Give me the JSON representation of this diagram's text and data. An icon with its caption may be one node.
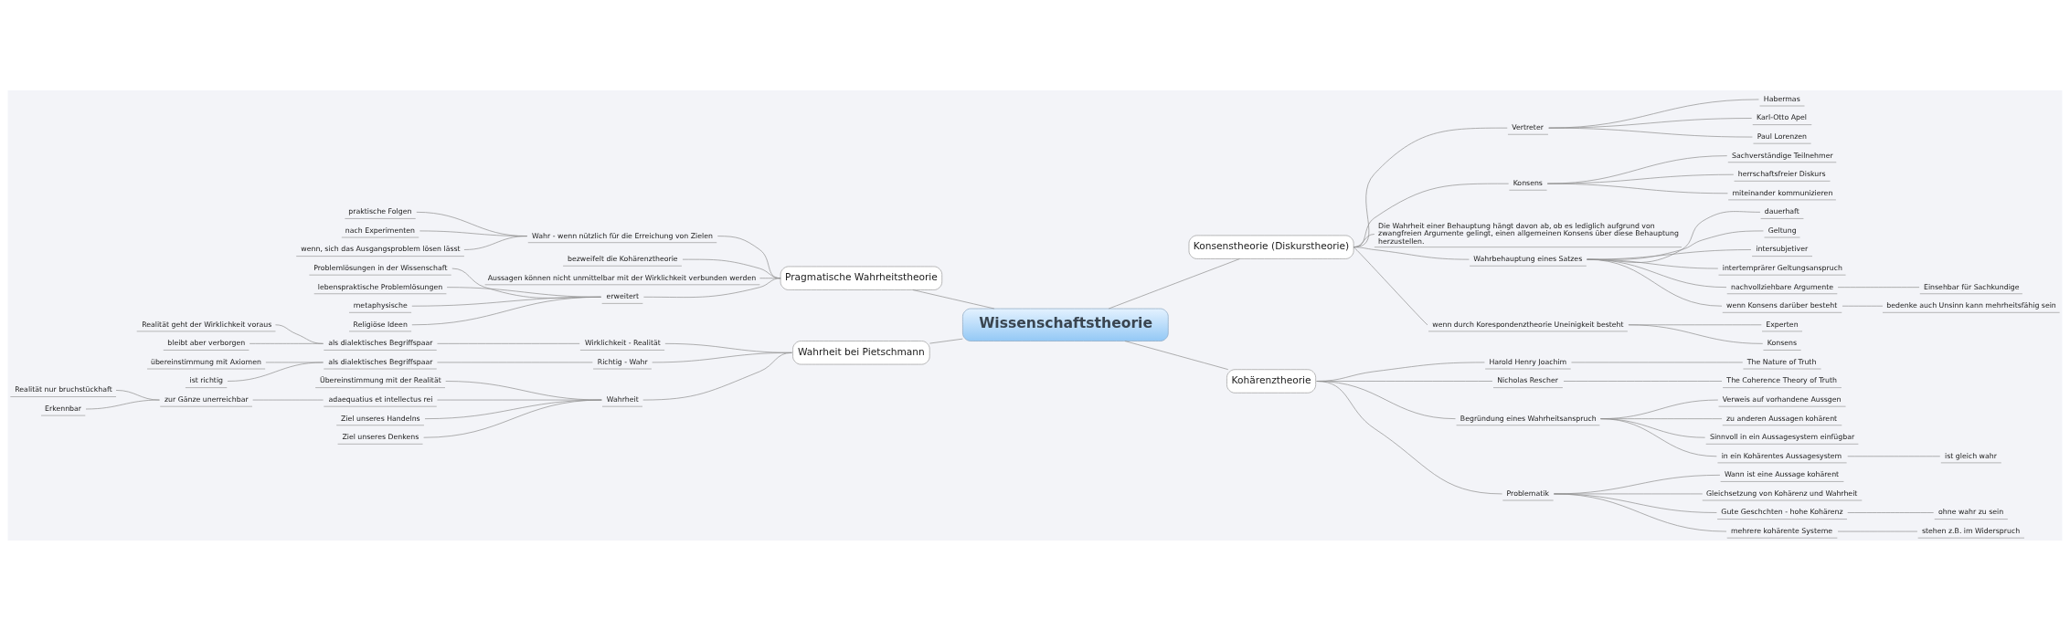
{
  "diagram": {
    "nodes": [
      {
        "text": [
          "Wissenschaftstheorie"
        ]
      },
      {
        "text": [
          "Pragmatische Wahrheitstheorie"
        ]
      },
      {
        "text": [
          "Wahr - wenn nützlich für die Erreichung von Zielen"
        ]
      },
      {
        "text": [
          "praktische Folgen"
        ]
      },
      {
        "text": [
          "nach Experimenten"
        ]
      },
      {
        "text": [
          "wenn, sich das Ausgangsproblem lösen lässt"
        ]
      },
      {
        "text": [
          "bezweifelt die Kohärenztheorie"
        ]
      },
      {
        "text": [
          "Aussagen können nicht unmittelbar mit der Wirklichkeit verbunden werden"
        ]
      },
      {
        "text": [
          "erweitert"
        ]
      },
      {
        "text": [
          "Problemlösungen in der Wissenschaft"
        ]
      },
      {
        "text": [
          "lebenspraktische Problemlösungen"
        ]
      },
      {
        "text": [
          "metaphysische"
        ]
      },
      {
        "text": [
          "Religiöse Ideen"
        ]
      },
      {
        "text": [
          "Wahrheit bei Pietschmann"
        ]
      },
      {
        "text": [
          "Wirklichkeit - Realität"
        ]
      },
      {
        "text": [
          "als dialektisches Begriffspaar"
        ]
      },
      {
        "text": [
          "Realität geht der Wirklichkeit voraus"
        ]
      },
      {
        "text": [
          "bleibt aber verborgen"
        ]
      },
      {
        "text": [
          "Richtig - Wahr"
        ]
      },
      {
        "text": [
          "als dialektisches Begriffspaar"
        ]
      },
      {
        "text": [
          "übereinstimmung mit Axiomen"
        ]
      },
      {
        "text": [
          "ist richtig"
        ]
      },
      {
        "text": [
          "Wahrheit"
        ]
      },
      {
        "text": [
          "Übereinstimmung mit der Realität"
        ]
      },
      {
        "text": [
          "adaequatius et intellectus rei"
        ]
      },
      {
        "text": [
          "zur Gänze unerreichbar"
        ]
      },
      {
        "text": [
          "Realität nur bruchstückhaft"
        ]
      },
      {
        "text": [
          "Erkennbar"
        ]
      },
      {
        "text": [
          "Ziel unseres Handelns"
        ]
      },
      {
        "text": [
          "Ziel unseres Denkens"
        ]
      },
      {
        "text": [
          "Konsenstheorie (Diskurstheorie)"
        ]
      },
      {
        "text": [
          "Vertreter"
        ]
      },
      {
        "text": [
          "Habermas"
        ]
      },
      {
        "text": [
          "Karl-Otto Apel"
        ]
      },
      {
        "text": [
          "Paul Lorenzen"
        ]
      },
      {
        "text": [
          "Konsens"
        ]
      },
      {
        "text": [
          "Sachverständige Teilnehmer"
        ]
      },
      {
        "text": [
          "herrschaftsfreier Diskurs"
        ]
      },
      {
        "text": [
          "miteinander kommunizieren"
        ]
      },
      {
        "text": [
          "Die Wahrheit einer Behauptung hängt davon ab, ob es lediglich aufgrund von zwangfreien Argumente gelingt, einen allgemeinen Konsens über diese Behauptung herzustellen."
        ]
      },
      {
        "text": [
          "Wahrbehauptung eines Satzes"
        ]
      },
      {
        "text": [
          "dauerhaft"
        ]
      },
      {
        "text": [
          "Geltung"
        ]
      },
      {
        "text": [
          "intersubjetiver"
        ]
      },
      {
        "text": [
          "intertemprärer Geltungsanspruch"
        ]
      },
      {
        "text": [
          "nachvollziehbare Argumente"
        ]
      },
      {
        "text": [
          "Einsehbar für Sachkundige"
        ]
      },
      {
        "text": [
          "wenn Konsens darüber besteht"
        ]
      },
      {
        "text": [
          "bedenke auch Unsinn kann mehrheitsfähig sein"
        ]
      },
      {
        "text": [
          "wenn durch Korespondenztheorie Uneinigkeit besteht"
        ]
      },
      {
        "text": [
          "Experten"
        ]
      },
      {
        "text": [
          "Konsens"
        ]
      },
      {
        "text": [
          "Kohärenztheorie"
        ]
      },
      {
        "text": [
          "Harold Henry Joachim"
        ]
      },
      {
        "text": [
          "The Nature of Truth"
        ]
      },
      {
        "text": [
          "Nicholas Rescher"
        ]
      },
      {
        "text": [
          "The Coherence Theory of Truth"
        ]
      },
      {
        "text": [
          "Begründung eines Wahrheitsanspruch"
        ]
      },
      {
        "text": [
          "Verweis auf vorhandene Aussgen"
        ]
      },
      {
        "text": [
          "zu anderen Aussagen kohärent"
        ]
      },
      {
        "text": [
          "Sinnvoll in ein Aussagesystem einfügbar"
        ]
      },
      {
        "text": [
          "in ein Kohärentes Aussagesystem"
        ]
      },
      {
        "text": [
          "ist gleich wahr"
        ]
      },
      {
        "text": [
          "Problematik"
        ]
      },
      {
        "text": [
          "Wann ist eine Aussage kohärent"
        ]
      },
      {
        "text": [
          "Gleichsetzung von Kohärenz und Wahrheit"
        ]
      },
      {
        "text": [
          "Gute Geschchten - hohe Kohärenz"
        ]
      },
      {
        "text": [
          "ohne wahr zu sein"
        ]
      },
      {
        "text": [
          "mehrere kohärente Systeme"
        ]
      },
      {
        "text": [
          "stehen z.B. im Widerspruch"
        ]
      }
    ],
    "edges": [
      {
        "from": 0,
        "to": 1,
        "arrow": "none"
      },
      {
        "from": 1,
        "to": 2,
        "arrow": "none"
      },
      {
        "from": 2,
        "to": 3,
        "arrow": "none"
      },
      {
        "from": 2,
        "to": 4,
        "arrow": "none"
      },
      {
        "from": 2,
        "to": 5,
        "arrow": "none"
      },
      {
        "from": 1,
        "to": 6,
        "arrow": "none"
      },
      {
        "from": 1,
        "to": 7,
        "arrow": "none"
      },
      {
        "from": 1,
        "to": 8,
        "arrow": "none"
      },
      {
        "from": 8,
        "to": 9,
        "arrow": "none"
      },
      {
        "from": 8,
        "to": 10,
        "arrow": "none"
      },
      {
        "from": 8,
        "to": 11,
        "arrow": "none"
      },
      {
        "from": 8,
        "to": 12,
        "arrow": "none"
      },
      {
        "from": 0,
        "to": 13,
        "arrow": "none"
      },
      {
        "from": 13,
        "to": 14,
        "arrow": "none"
      },
      {
        "from": 14,
        "to": 15,
        "arrow": "none"
      },
      {
        "from": 15,
        "to": 16,
        "arrow": "none"
      },
      {
        "from": 15,
        "to": 17,
        "arrow": "none"
      },
      {
        "from": 13,
        "to": 18,
        "arrow": "none"
      },
      {
        "from": 18,
        "to": 19,
        "arrow": "none"
      },
      {
        "from": 19,
        "to": 20,
        "arrow": "none"
      },
      {
        "from": 19,
        "to": 21,
        "arrow": "none"
      },
      {
        "from": 13,
        "to": 22,
        "arrow": "none"
      },
      {
        "from": 22,
        "to": 23,
        "arrow": "none"
      },
      {
        "from": 22,
        "to": 24,
        "arrow": "none"
      },
      {
        "from": 24,
        "to": 25,
        "arrow": "none"
      },
      {
        "from": 25,
        "to": 26,
        "arrow": "none"
      },
      {
        "from": 25,
        "to": 27,
        "arrow": "none"
      },
      {
        "from": 22,
        "to": 28,
        "arrow": "none"
      },
      {
        "from": 22,
        "to": 29,
        "arrow": "none"
      },
      {
        "from": 0,
        "to": 30,
        "arrow": "none"
      },
      {
        "from": 30,
        "to": 31,
        "arrow": "none"
      },
      {
        "from": 31,
        "to": 32,
        "arrow": "none"
      },
      {
        "from": 31,
        "to": 33,
        "arrow": "none"
      },
      {
        "from": 31,
        "to": 34,
        "arrow": "none"
      },
      {
        "from": 30,
        "to": 35,
        "arrow": "none"
      },
      {
        "from": 35,
        "to": 36,
        "arrow": "none"
      },
      {
        "from": 35,
        "to": 37,
        "arrow": "none"
      },
      {
        "from": 35,
        "to": 38,
        "arrow": "none"
      },
      {
        "from": 30,
        "to": 39,
        "arrow": "none"
      },
      {
        "from": 30,
        "to": 40,
        "arrow": "none"
      },
      {
        "from": 40,
        "to": 41,
        "arrow": "none"
      },
      {
        "from": 40,
        "to": 42,
        "arrow": "none"
      },
      {
        "from": 40,
        "to": 43,
        "arrow": "none"
      },
      {
        "from": 40,
        "to": 44,
        "arrow": "none"
      },
      {
        "from": 40,
        "to": 45,
        "arrow": "none"
      },
      {
        "from": 45,
        "to": 46,
        "arrow": "none"
      },
      {
        "from": 40,
        "to": 47,
        "arrow": "none"
      },
      {
        "from": 47,
        "to": 48,
        "arrow": "none"
      },
      {
        "from": 30,
        "to": 49,
        "arrow": "none"
      },
      {
        "from": 49,
        "to": 50,
        "arrow": "none"
      },
      {
        "from": 49,
        "to": 51,
        "arrow": "none"
      },
      {
        "from": 0,
        "to": 52,
        "arrow": "none"
      },
      {
        "from": 52,
        "to": 53,
        "arrow": "none"
      },
      {
        "from": 53,
        "to": 54,
        "arrow": "none"
      },
      {
        "from": 52,
        "to": 55,
        "arrow": "none"
      },
      {
        "from": 55,
        "to": 56,
        "arrow": "none"
      },
      {
        "from": 52,
        "to": 57,
        "arrow": "none"
      },
      {
        "from": 57,
        "to": 58,
        "arrow": "none"
      },
      {
        "from": 57,
        "to": 59,
        "arrow": "none"
      },
      {
        "from": 57,
        "to": 60,
        "arrow": "none"
      },
      {
        "from": 57,
        "to": 61,
        "arrow": "none"
      },
      {
        "from": 61,
        "to": 62,
        "arrow": "none"
      },
      {
        "from": 52,
        "to": 63,
        "arrow": "none"
      },
      {
        "from": 63,
        "to": 64,
        "arrow": "none"
      },
      {
        "from": 63,
        "to": 65,
        "arrow": "none"
      },
      {
        "from": 63,
        "to": 66,
        "arrow": "none"
      },
      {
        "from": 66,
        "to": 67,
        "arrow": "none"
      },
      {
        "from": 63,
        "to": 68,
        "arrow": "none"
      },
      {
        "from": 68,
        "to": 69,
        "arrow": "none"
      }
    ]
  }
}
